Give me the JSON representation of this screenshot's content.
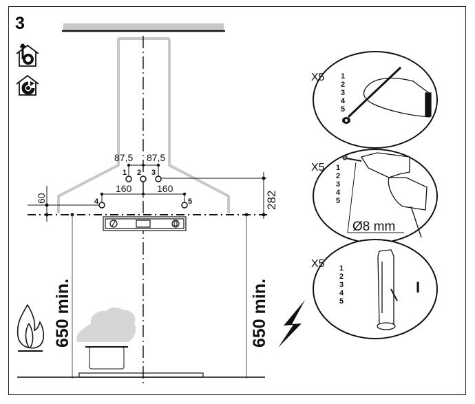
{
  "figure": {
    "step_number": "3",
    "icons": {
      "ducted_mode": "ducted-extraction-icon",
      "recirculation_mode": "recirculation-icon",
      "flame": "flame-icon",
      "electric": "lightning-icon"
    },
    "dimensions": {
      "top_left_spacing": "87,5",
      "top_right_spacing": "87,5",
      "bottom_left_spacing": "160",
      "bottom_right_spacing": "160",
      "left_offset": "60",
      "right_height": "282",
      "min_height_left": "650 min.",
      "min_height_right": "650 min."
    },
    "hole_labels": [
      "1",
      "2",
      "3",
      "4",
      "5"
    ],
    "steps": [
      {
        "count": "X5",
        "numbers": [
          "1",
          "2",
          "3",
          "4",
          "5"
        ],
        "action": "mark-holes"
      },
      {
        "count": "X5",
        "numbers": [
          "1",
          "2",
          "3",
          "4",
          "5"
        ],
        "action": "drill-holes",
        "drill_size": "Ø8 mm"
      },
      {
        "count": "X5",
        "numbers": [
          "1",
          "2",
          "3",
          "4",
          "5"
        ],
        "action": "insert-wall-plugs",
        "marker": "I"
      }
    ],
    "colors": {
      "line": "#111111",
      "outline_gray": "#c8c8c8",
      "steam": "#d4d4d4"
    }
  }
}
